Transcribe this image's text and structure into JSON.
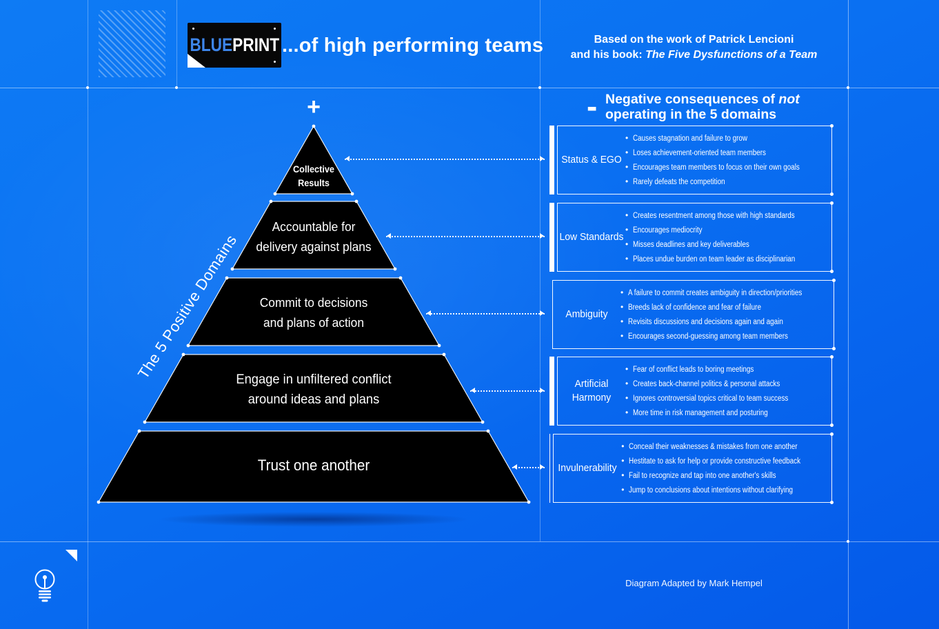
{
  "header": {
    "logo_blue": "BLUE",
    "logo_print": "PRINT",
    "title": "...of high performing teams",
    "attribution_line1": "Based on the work of Patrick Lencioni",
    "attribution_line2_prefix": "and his book: ",
    "attribution_book_title": "The Five Dysfunctions of a Team"
  },
  "positive": {
    "plus_symbol": "+",
    "rotated_label": "The 5 Positive Domains",
    "levels": [
      {
        "lines": [
          "Collective",
          "Results"
        ]
      },
      {
        "lines": [
          "Accountable for",
          "delivery against plans"
        ]
      },
      {
        "lines": [
          "Commit to decisions",
          "and plans of action"
        ]
      },
      {
        "lines": [
          "Engage in unfiltered conflict",
          "around ideas and plans"
        ]
      },
      {
        "lines": [
          "Trust one another"
        ]
      }
    ]
  },
  "negative": {
    "minus_symbol": "-",
    "heading_prefix": "Negative consequences of ",
    "heading_italic": "not",
    "heading_line2": "operating in the 5 domains",
    "boxes": [
      {
        "label": "Status & EGO",
        "bullets": [
          "Causes stagnation and failure to grow",
          "Loses achievement-oriented team members",
          "Encourages team members to focus on their own goals",
          "Rarely defeats the competition"
        ]
      },
      {
        "label": "Low Standards",
        "bullets": [
          "Creates resentment among those with high standards",
          "Encourages mediocrity",
          "Misses deadlines and key deliverables",
          "Places undue burden on team leader as disciplinarian"
        ]
      },
      {
        "label": "Ambiguity",
        "bullets": [
          "A failure to commit creates ambiguity in direction/priorities",
          "Breeds lack of confidence and fear of failure",
          "Revisits discussions and decisions again and again",
          "Encourages second-guessing among team members"
        ]
      },
      {
        "label": "Artificial Harmony",
        "bullets": [
          "Fear of conflict leads to boring meetings",
          "Creates back-channel politics & personal attacks",
          "Ignores controversial topics critical to team success",
          "More time in risk management and posturing"
        ]
      },
      {
        "label": "Invulnerability",
        "bullets": [
          "Conceal their weaknesses & mistakes from one another",
          "Hestitate to ask for help or provide constructive feedback",
          "Fail to recognize and tap into one another's skills",
          "Jump to conclusions about intentions without clarifying"
        ]
      }
    ]
  },
  "footer": {
    "credit": "Diagram Adapted by Mark Hempel"
  },
  "colors": {
    "background_top": "#0e7bf4",
    "background_bottom": "#0459e9",
    "pyramid_fill": "#000000",
    "logo_blue_text": "#3d85ea",
    "text": "#ffffff"
  }
}
